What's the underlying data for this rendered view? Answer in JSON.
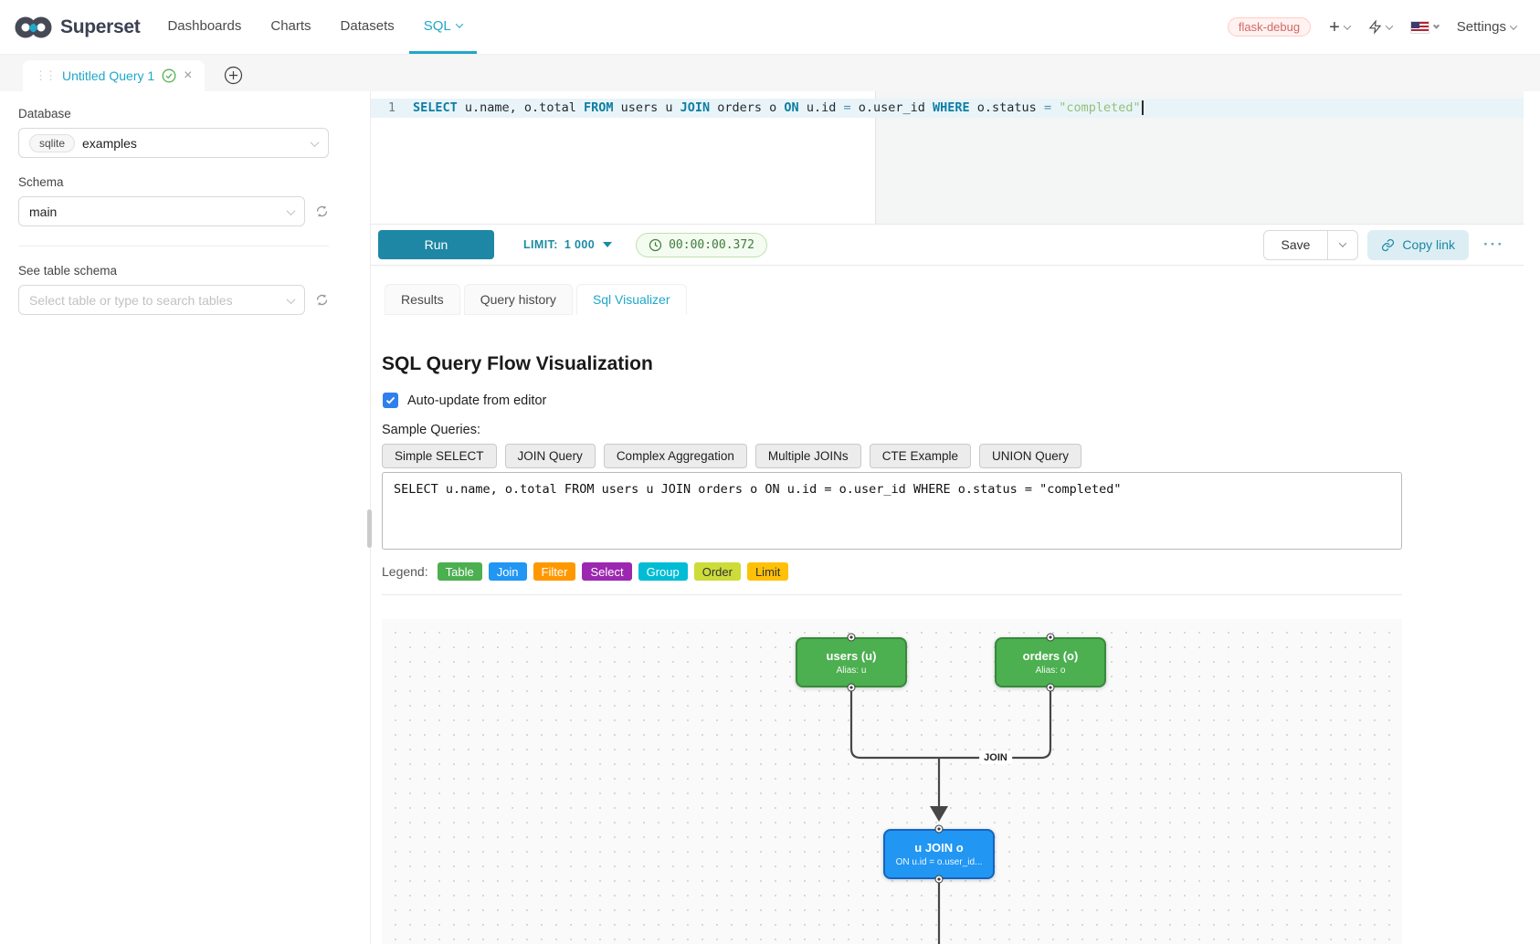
{
  "accent_color": "#20a7c9",
  "navbar": {
    "brand": "Superset",
    "items": [
      {
        "label": "Dashboards",
        "active": false
      },
      {
        "label": "Charts",
        "active": false
      },
      {
        "label": "Datasets",
        "active": false
      },
      {
        "label": "SQL",
        "active": true
      }
    ],
    "env_badge": "flask-debug",
    "plus_label": "+",
    "settings_label": "Settings"
  },
  "editor_tab": {
    "title": "Untitled Query 1"
  },
  "sidebar": {
    "database_label": "Database",
    "database_engine_badge": "sqlite",
    "database_name": "examples",
    "schema_label": "Schema",
    "schema_value": "main",
    "see_table_label": "See table schema",
    "table_placeholder": "Select table or type to search tables"
  },
  "sql_editor": {
    "line_number": "1",
    "tokens": [
      {
        "text": "SELECT",
        "type": "keyword"
      },
      {
        "text": " u.name, o.total ",
        "type": "plain"
      },
      {
        "text": "FROM",
        "type": "keyword"
      },
      {
        "text": " users u ",
        "type": "plain"
      },
      {
        "text": "JOIN",
        "type": "keyword"
      },
      {
        "text": " orders o ",
        "type": "plain"
      },
      {
        "text": "ON",
        "type": "keyword"
      },
      {
        "text": " u.id ",
        "type": "plain"
      },
      {
        "text": "=",
        "type": "operator"
      },
      {
        "text": " o.user_id ",
        "type": "plain"
      },
      {
        "text": "WHERE",
        "type": "keyword"
      },
      {
        "text": " o.status ",
        "type": "plain"
      },
      {
        "text": "=",
        "type": "operator"
      },
      {
        "text": " ",
        "type": "plain"
      },
      {
        "text": "\"completed\"",
        "type": "string"
      }
    ]
  },
  "toolbar": {
    "run_label": "Run",
    "limit_label": "LIMIT:",
    "limit_value": "1 000",
    "elapsed_time": "00:00:00.372",
    "save_label": "Save",
    "copy_link_label": "Copy link",
    "more_label": "···"
  },
  "result_tabs": [
    {
      "label": "Results",
      "active": false
    },
    {
      "label": "Query history",
      "active": false
    },
    {
      "label": "Sql Visualizer",
      "active": true
    }
  ],
  "visualizer": {
    "title": "SQL Query Flow Visualization",
    "auto_update_label": "Auto-update from editor",
    "auto_update_checked": true,
    "sample_queries_label": "Sample Queries:",
    "sample_queries": [
      "Simple SELECT",
      "JOIN Query",
      "Complex Aggregation",
      "Multiple JOINs",
      "CTE Example",
      "UNION Query"
    ],
    "query_text": "SELECT u.name, o.total FROM users u JOIN orders o ON u.id = o.user_id WHERE o.status = \"completed\"",
    "legend_label": "Legend:",
    "legend": [
      {
        "label": "Table",
        "color": "#4caf50",
        "text_color": "#ffffff"
      },
      {
        "label": "Join",
        "color": "#2196f3",
        "text_color": "#ffffff"
      },
      {
        "label": "Filter",
        "color": "#ff9800",
        "text_color": "#ffffff"
      },
      {
        "label": "Select",
        "color": "#9c27b0",
        "text_color": "#ffffff"
      },
      {
        "label": "Group",
        "color": "#00bcd4",
        "text_color": "#ffffff"
      },
      {
        "label": "Order",
        "color": "#cddc39",
        "text_color": "#333333"
      },
      {
        "label": "Limit",
        "color": "#ffc107",
        "text_color": "#333333"
      }
    ],
    "flow": {
      "nodes": [
        {
          "id": "users",
          "title": "users (u)",
          "subtitle": "Alias: u",
          "kind": "table"
        },
        {
          "id": "orders",
          "title": "orders (o)",
          "subtitle": "Alias: o",
          "kind": "table"
        },
        {
          "id": "join",
          "title": "u JOIN o",
          "subtitle": "ON u.id = o.user_id...",
          "kind": "join"
        }
      ],
      "edge_label": "JOIN",
      "node_colors": {
        "table": "#4caf50",
        "table_border": "#378a3b",
        "join": "#2196f3",
        "join_border": "#1565c0"
      }
    }
  }
}
